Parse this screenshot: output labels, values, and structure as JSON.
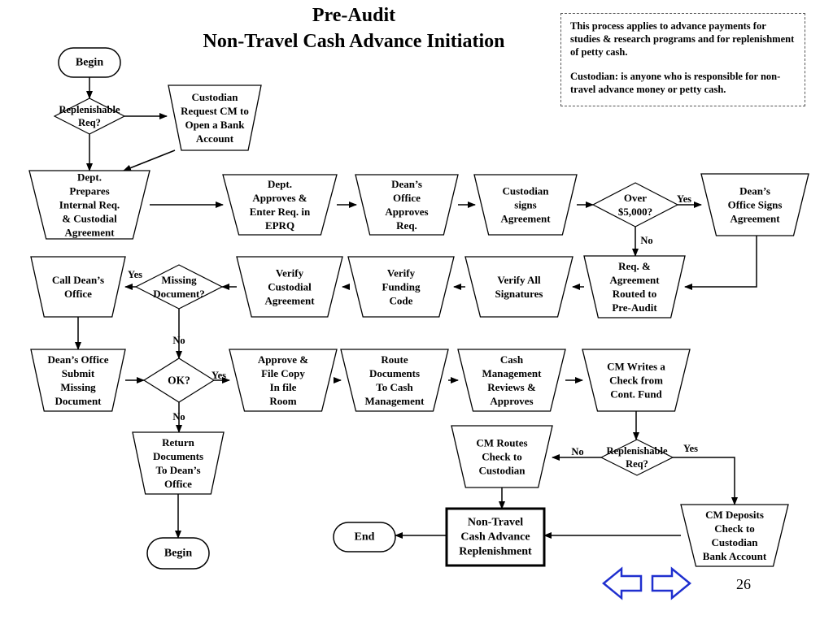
{
  "title": {
    "line1": "Pre-Audit",
    "line2": "Non-Travel Cash Advance Initiation"
  },
  "note": {
    "para1": "This process applies to advance payments for studies & research programs and for replenishment of petty cash.",
    "para2": "Custodian:  is anyone who is responsible for non-travel advance money or petty cash."
  },
  "page_number": "26",
  "nodes": {
    "begin_top": [
      "Begin"
    ],
    "replenishable_req_top": [
      "Replenishable",
      "Req?"
    ],
    "custodian_request": [
      "Custodian",
      "Request CM to",
      "Open a Bank",
      "Account"
    ],
    "dept_prepares": [
      "Dept.",
      "Prepares",
      "Internal Req.",
      "& Custodial",
      "Agreement"
    ],
    "dept_approves": [
      "Dept.",
      "Approves &",
      "Enter Req. in",
      "EPRQ"
    ],
    "deans_office_approves": [
      "Dean’s",
      "Office",
      "Approves",
      "Req."
    ],
    "custodian_signs": [
      "Custodian",
      "signs",
      "Agreement"
    ],
    "over_5000": [
      "Over",
      "$5,000?"
    ],
    "deans_office_signs": [
      "Dean’s",
      "Office Signs",
      "Agreement"
    ],
    "req_routed": [
      "Req. &",
      "Agreement",
      "Routed to",
      "Pre-Audit"
    ],
    "verify_signatures": [
      "Verify All",
      "Signatures"
    ],
    "verify_funding": [
      "Verify",
      "Funding",
      "Code"
    ],
    "verify_custodial": [
      "Verify",
      "Custodial",
      "Agreement"
    ],
    "missing_document": [
      "Missing",
      "Document?"
    ],
    "call_deans_office": [
      "Call Dean’s",
      "Office"
    ],
    "deans_submit_missing": [
      "Dean’s Office",
      "Submit",
      "Missing",
      "Document"
    ],
    "ok_decision": [
      "OK?"
    ],
    "approve_file_copy": [
      "Approve &",
      "File Copy",
      "In file",
      "Room"
    ],
    "route_documents": [
      "Route",
      "Documents",
      "To Cash",
      "Management"
    ],
    "cash_mgmt_reviews": [
      "Cash",
      "Management",
      "Reviews &",
      "Approves"
    ],
    "cm_writes_check": [
      "CM Writes a",
      "Check from",
      "Cont. Fund"
    ],
    "return_documents": [
      "Return",
      "Documents",
      "To Dean’s",
      "Office"
    ],
    "begin_bottom": [
      "Begin"
    ],
    "replenishable_req_bottom": [
      "Replenishable",
      "Req?"
    ],
    "cm_routes_check": [
      "CM Routes",
      "Check to",
      "Custodian"
    ],
    "cm_deposits_check": [
      "CM Deposits",
      "Check to",
      "Custodian",
      "Bank Account"
    ],
    "non_travel_replenishment": [
      "Non-Travel",
      "Cash Advance",
      "Replenishment"
    ],
    "end": [
      "End"
    ]
  },
  "edge_labels": {
    "over_5000_yes": "Yes",
    "over_5000_no": "No",
    "missing_yes": "Yes",
    "missing_no": "No",
    "ok_yes": "Yes",
    "ok_no": "No",
    "replenishable_no": "No",
    "replenishable_yes": "Yes"
  },
  "navigation": {
    "prev_icon": "left-arrow-icon",
    "next_icon": "right-arrow-icon",
    "color": "#1f2fcf"
  }
}
